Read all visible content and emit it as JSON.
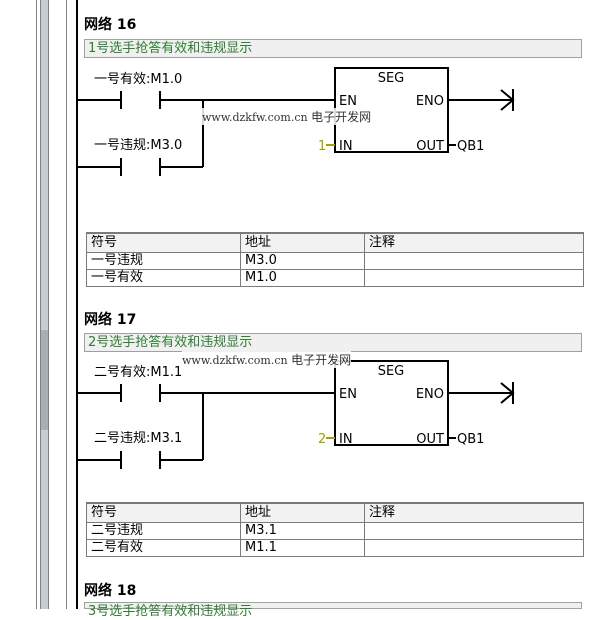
{
  "networks": [
    {
      "title": "网络 16",
      "comment": "1号选手抢答有效和违规显示",
      "contact1": "一号有效:M1.0",
      "contact2": "一号违规:M3.0",
      "box_name": "SEG",
      "en": "EN",
      "eno": "ENO",
      "in": "IN",
      "out": "OUT",
      "in_value": "1",
      "out_value": "QB1",
      "table": {
        "headers": [
          "符号",
          "地址",
          "注释"
        ],
        "rows": [
          [
            "一号违规",
            "M3.0",
            ""
          ],
          [
            "一号有效",
            "M1.0",
            ""
          ]
        ]
      }
    },
    {
      "title": "网络 17",
      "comment": "2号选手抢答有效和违规显示",
      "contact1": "二号有效:M1.1",
      "contact2": "二号违规:M3.1",
      "box_name": "SEG",
      "en": "EN",
      "eno": "ENO",
      "in": "IN",
      "out": "OUT",
      "in_value": "2",
      "out_value": "QB1",
      "table": {
        "headers": [
          "符号",
          "地址",
          "注释"
        ],
        "rows": [
          [
            "二号违规",
            "M3.1",
            ""
          ],
          [
            "二号有效",
            "M1.1",
            ""
          ]
        ]
      }
    },
    {
      "title": "网络 18",
      "comment": "3号选手抢答有效和违规显示"
    }
  ],
  "watermark": {
    "url": "www.dzkfw.com.cn",
    "name": "电子开发网"
  },
  "colors": {
    "comment_text": "#2e7d32",
    "in_value": "#a0a000"
  }
}
